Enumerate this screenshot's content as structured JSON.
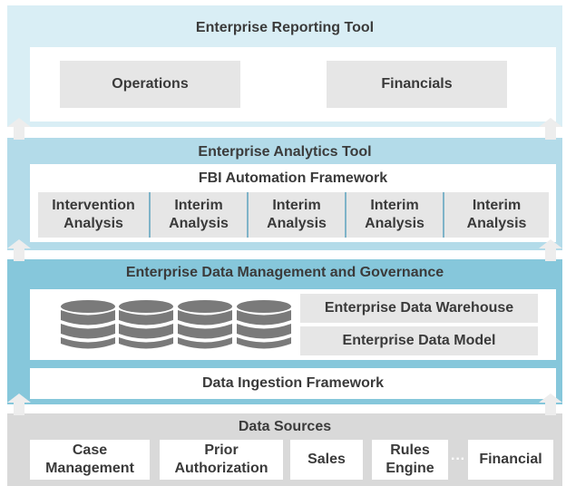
{
  "colors": {
    "reporting_bg": "#d9eef5",
    "analytics_bg": "#b3dbe9",
    "data_mgmt_bg": "#86c7db",
    "sources_bg": "#d9d9d9",
    "box_grey": "#e6e6e6",
    "db_grey": "#7a7a7a"
  },
  "reporting": {
    "title": "Enterprise Reporting Tool",
    "items": [
      "Operations",
      "Financials"
    ]
  },
  "analytics": {
    "title": "Enterprise Analytics Tool",
    "framework_title": "FBI Automation Framework",
    "analyses": [
      [
        "Intervention",
        "Analysis"
      ],
      [
        "Interim",
        "Analysis"
      ],
      [
        "Interim",
        "Analysis"
      ],
      [
        "Interim",
        "Analysis"
      ],
      [
        "Interim",
        "Analysis"
      ]
    ]
  },
  "data_management": {
    "title": "Enterprise Data Management and Governance",
    "database_icons": [
      "database-icon",
      "database-icon",
      "database-icon",
      "database-icon"
    ],
    "warehouse": "Enterprise Data Warehouse",
    "model": "Enterprise Data Model",
    "ingestion": "Data Ingestion Framework"
  },
  "sources": {
    "title": "Data Sources",
    "items": [
      [
        "Case",
        "Management"
      ],
      [
        "Prior",
        "Authorization"
      ],
      [
        "Sales"
      ],
      [
        "Rules",
        "Engine"
      ],
      [
        "Financial"
      ]
    ],
    "ellipsis": "···"
  }
}
